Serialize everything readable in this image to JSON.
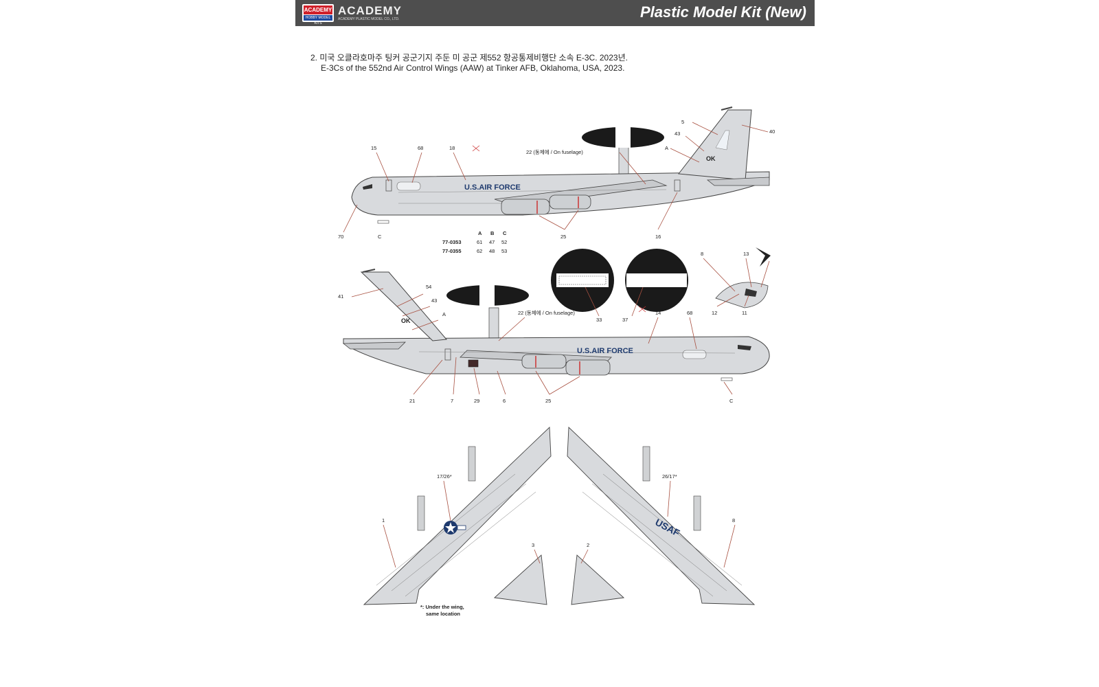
{
  "header": {
    "logo_top": "ACADEMY",
    "logo_bottom": "HOBBY MODEL KITS",
    "brand": "ACADEMY",
    "brand_sub": "ACADEMY PLASTIC MODEL CO., LTD.",
    "title": "Plastic Model Kit (New)"
  },
  "caption": {
    "korean": "2. 미국 오클라호마주 팅커 공군기지 주둔 미 공군 제552 항공통제비행단 소속 E-3C. 2023년.",
    "english": "E-3Cs of the 552nd Air Control Wings (AAW) at Tinker AFB, Oklahoma, USA, 2023."
  },
  "fuselage_text": "U.S.AIR FORCE",
  "tail_code": "OK",
  "on_fuselage_note": "22 (동체에 / On fuselage)",
  "serial_table": {
    "headers": [
      "A",
      "B",
      "C"
    ],
    "rows": [
      {
        "serial": "77-0353",
        "values": [
          "61",
          "47",
          "52"
        ]
      },
      {
        "serial": "77-0355",
        "values": [
          "62",
          "48",
          "53"
        ]
      }
    ]
  },
  "callouts_top": [
    "15",
    "68",
    "18",
    "5",
    "43",
    "40",
    "A",
    "70",
    "C",
    "25",
    "16"
  ],
  "callouts_bottom": [
    "41",
    "54",
    "43",
    "A",
    "21",
    "7",
    "29",
    "6",
    "25",
    "14",
    "68",
    "C"
  ],
  "callouts_detail": [
    "33",
    "37",
    "8",
    "13",
    "12",
    "11"
  ],
  "wing_left": {
    "note": "17/26*",
    "callouts": [
      "1",
      "3"
    ]
  },
  "wing_right": {
    "note": "26/17*",
    "marking": "USAF",
    "callouts": [
      "8",
      "2"
    ]
  },
  "footnote_1": "*: Under the wing,",
  "footnote_2": "same location",
  "colors": {
    "header": "#4e4e4e",
    "aircraft_grey": "#d8dadd",
    "insignia_blue": "#1e3a6e",
    "leader": "#a85040"
  }
}
